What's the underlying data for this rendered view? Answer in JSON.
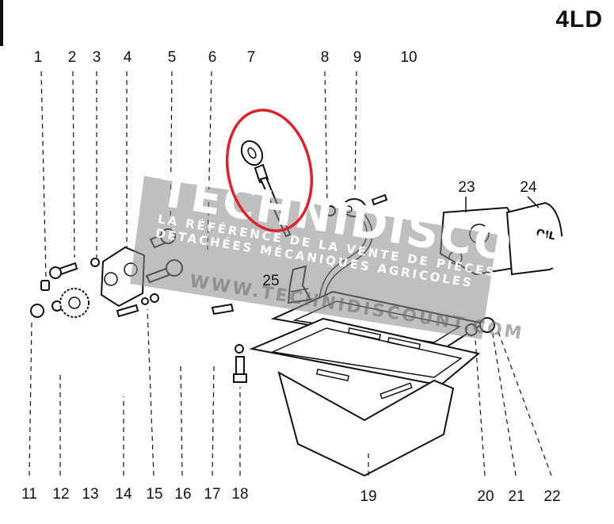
{
  "model": "4LD",
  "watermark": {
    "brand": "TECHNIDISCOUNT",
    "tagline_1": "LA RÉFÉRENCE DE LA VENTE DE PIÈCES",
    "tagline_2": "DÉTACHÉES MÉCANIQUES AGRICOLES",
    "url": "WWW.TECHNIDISCOUNT.COM"
  },
  "highlight": {
    "item": "7",
    "color": "#e0202a"
  },
  "labels": {
    "n1": "1",
    "n2": "2",
    "n3": "3",
    "n4": "4",
    "n5": "5",
    "n6": "6",
    "n7": "7",
    "n8": "8",
    "n9": "9",
    "n10": "10",
    "n11": "11",
    "n12": "12",
    "n13": "13",
    "n14": "14",
    "n15": "15",
    "n16": "16",
    "n17": "17",
    "n18": "18",
    "n19": "19",
    "n20": "20",
    "n21": "21",
    "n22": "22",
    "n23": "23",
    "n24": "24",
    "n25": "25"
  },
  "filter_text": "OIL"
}
